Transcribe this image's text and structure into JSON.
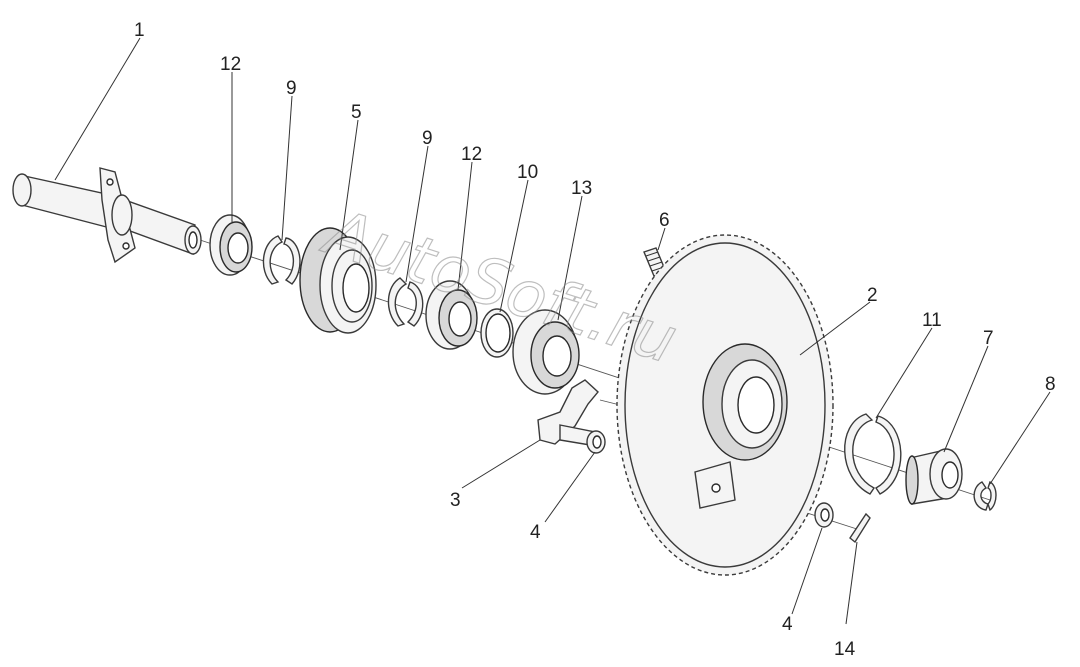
{
  "watermark": "AutoSoft.ru",
  "callouts": [
    {
      "id": "c1",
      "label": "1"
    },
    {
      "id": "c12a",
      "label": "12"
    },
    {
      "id": "c9a",
      "label": "9"
    },
    {
      "id": "c5",
      "label": "5"
    },
    {
      "id": "c9b",
      "label": "9"
    },
    {
      "id": "c12b",
      "label": "12"
    },
    {
      "id": "c10",
      "label": "10"
    },
    {
      "id": "c13",
      "label": "13"
    },
    {
      "id": "c6",
      "label": "6"
    },
    {
      "id": "c2",
      "label": "2"
    },
    {
      "id": "c11",
      "label": "11"
    },
    {
      "id": "c7",
      "label": "7"
    },
    {
      "id": "c8",
      "label": "8"
    },
    {
      "id": "c3",
      "label": "3"
    },
    {
      "id": "c4a",
      "label": "4"
    },
    {
      "id": "c4b",
      "label": "4"
    },
    {
      "id": "c14",
      "label": "14"
    }
  ]
}
